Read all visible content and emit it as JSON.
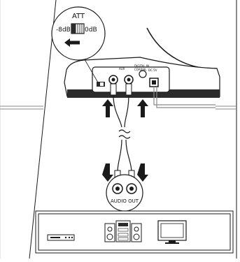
{
  "labels": {
    "att_title": "ATT",
    "att_left": "-8dB",
    "att_right": "0dB",
    "dc_label": "DC 5V",
    "port_label_1": "AUX",
    "port_label_2": "DIGITAL IN",
    "port_label_3": "COAXIAL",
    "audio_out": "AUDIO OUT"
  },
  "colors": {
    "line": "#1a1a1a",
    "device_body": "#2b2b2b",
    "panel": "#ffffff",
    "accent_gray": "#8a8a8a"
  },
  "icons": {
    "arrow_left": "arrow-left-icon",
    "arrow_up": "arrow-up-icon",
    "arrow_down": "arrow-down-icon",
    "cable_break": "cable-break-icon"
  }
}
